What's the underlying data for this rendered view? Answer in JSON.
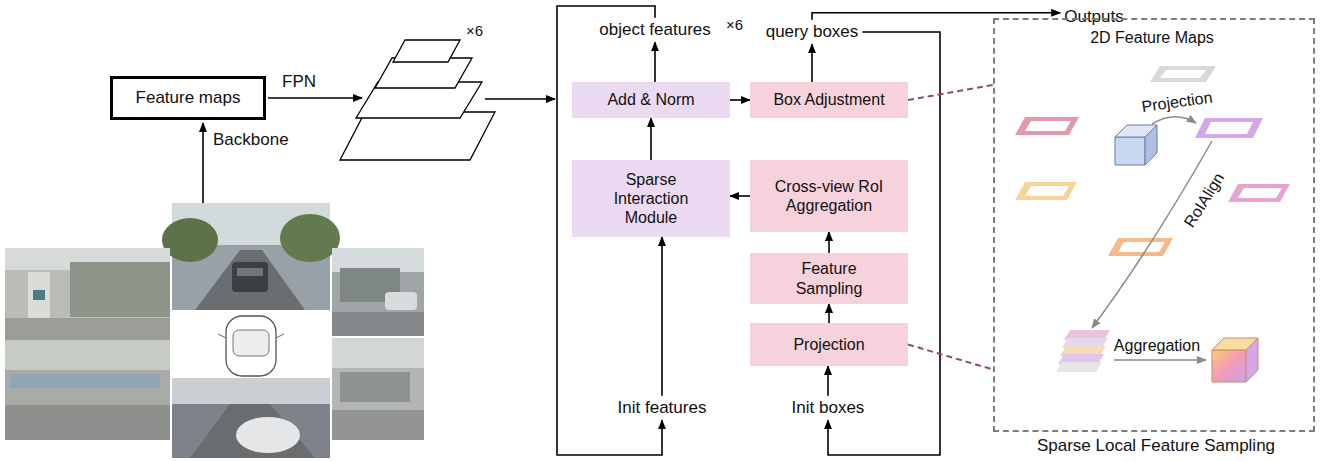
{
  "diagram": {
    "nodes": [
      {
        "text": [
          "Feature maps"
        ]
      },
      {
        "text": [
          "object features"
        ]
      },
      {
        "text": [
          "query boxes"
        ]
      },
      {
        "text": [
          "Outputs"
        ]
      },
      {
        "text": [
          "Add & Norm"
        ]
      },
      {
        "text": [
          "Box Adjustment"
        ]
      },
      {
        "text": [
          "Sparse Interaction Module"
        ]
      },
      {
        "text": [
          "Cross-view RoI Aggregation"
        ]
      },
      {
        "text": [
          "Feature Sampling"
        ]
      },
      {
        "text": [
          "Projection"
        ]
      },
      {
        "text": [
          "Init features"
        ]
      },
      {
        "text": [
          "Init boxes"
        ]
      },
      {
        "text": [
          "2D Feature Maps",
          "Projection",
          "RoIAlign",
          "Aggregation",
          "Sparse Local Feature Sampling"
        ]
      }
    ],
    "edges": [
      {
        "from": 10,
        "to": 6,
        "arrow": "to"
      },
      {
        "from": 6,
        "to": 4,
        "arrow": "to"
      },
      {
        "from": 4,
        "to": 1,
        "arrow": "to"
      },
      {
        "from": 4,
        "to": 5,
        "arrow": "to"
      },
      {
        "from": 5,
        "to": 2,
        "arrow": "to"
      },
      {
        "from": 2,
        "to": 3,
        "arrow": "to"
      },
      {
        "from": 11,
        "to": 9,
        "arrow": "to"
      },
      {
        "from": 9,
        "to": 8,
        "arrow": "to"
      },
      {
        "from": 8,
        "to": 7,
        "arrow": "to"
      },
      {
        "from": 7,
        "to": 6,
        "arrow": "to"
      },
      {
        "from": 1,
        "to": 10,
        "arrow": "to"
      },
      {
        "from": 2,
        "to": 11,
        "arrow": "to"
      },
      {
        "from": 5,
        "to": 12,
        "arrow": "none"
      },
      {
        "from": 9,
        "to": 12,
        "arrow": "none"
      }
    ],
    "labels": [
      "Backbone",
      "FPN",
      "×6",
      "×6"
    ]
  }
}
